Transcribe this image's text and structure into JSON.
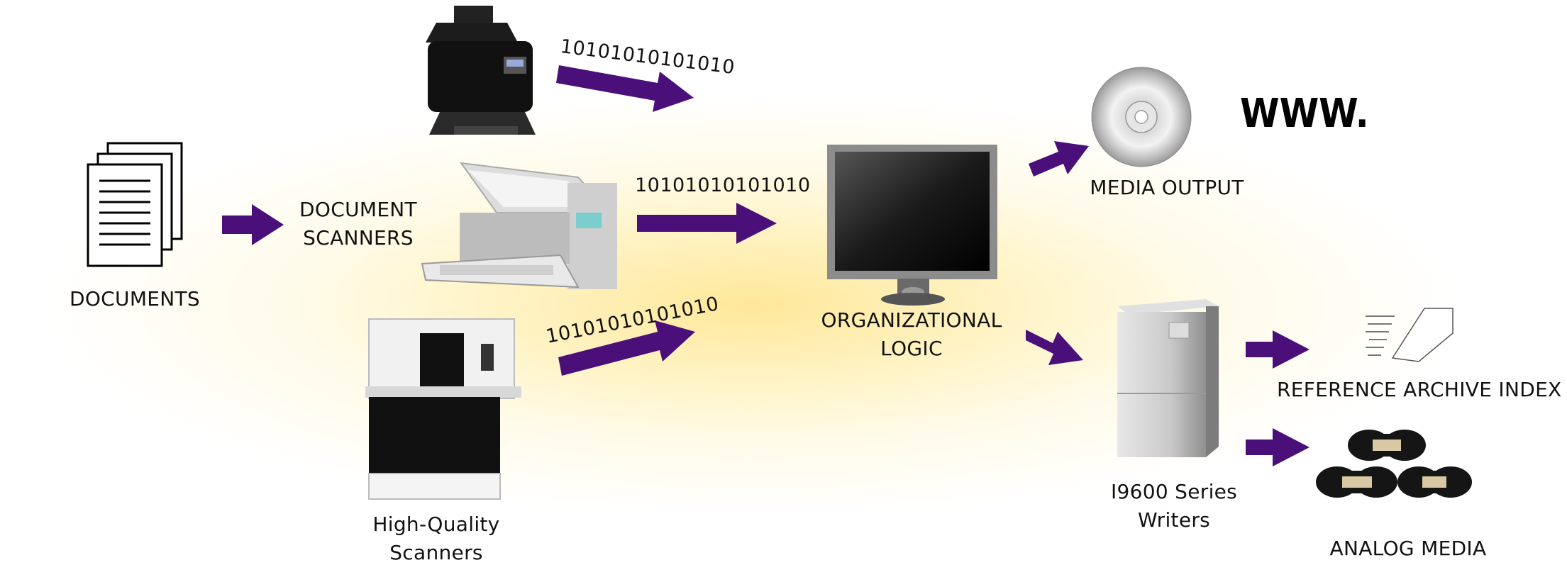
{
  "labels": {
    "documents": "DOCUMENTS",
    "document_scanners": "DOCUMENT\nSCANNERS",
    "high_quality_scanners": "High-Quality\nScanners",
    "organizational_logic": "ORGANIZATIONAL\nLOGIC",
    "media_output": "MEDIA OUTPUT",
    "writers": "I9600 Series\nWriters",
    "reference_archive_index": "REFERENCE ARCHIVE INDEX",
    "analog_media": "ANALOG MEDIA",
    "www": "WWW."
  },
  "binary_streams": {
    "top": "10101010101010",
    "middle": "10101010101010",
    "bottom": "10101010101010"
  },
  "icons": [
    "documents-stack-icon",
    "sheetfed-scanner-icon",
    "production-scanner-icon",
    "high-volume-scanner-icon",
    "monitor-icon",
    "cd-disc-icon",
    "archive-writer-icon",
    "index-document-icon",
    "microfilm-reels-icon",
    "arrow-icon"
  ],
  "colors": {
    "arrow": "#4b0f7a",
    "glow": "#ffe89a"
  }
}
